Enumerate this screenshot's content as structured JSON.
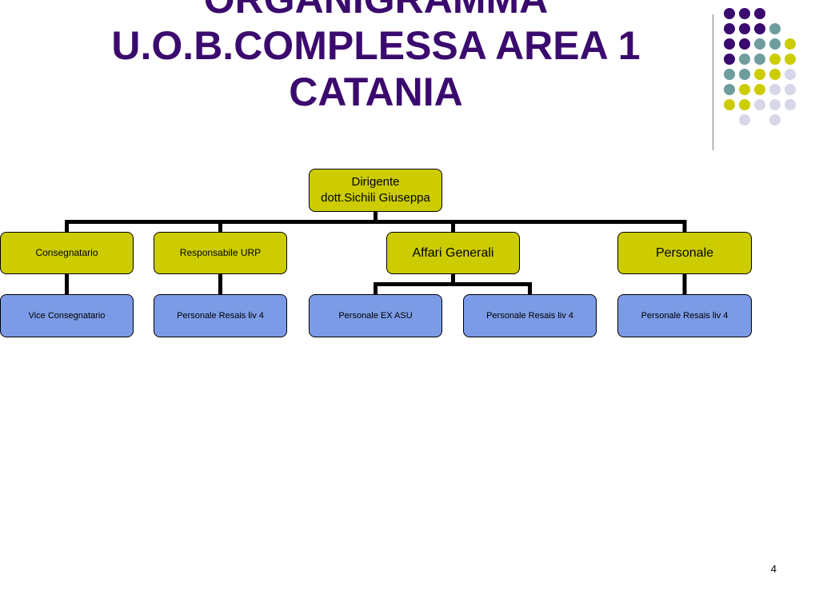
{
  "slide": {
    "title_lines": [
      "ORGANIGRAMMA",
      "U.O.B.COMPLESSA AREA 1",
      "CATANIA"
    ],
    "page_number": "4"
  },
  "theme": {
    "title_color": "#3b0a6e",
    "node_yellow": "#cccc00",
    "node_blue": "#7b9be6",
    "dot_colors": {
      "p": "#3b0a6e",
      "t": "#6f9c9c",
      "y": "#cccc00",
      "l": "#d7d7ea"
    }
  },
  "decoration": {
    "dot_rows": [
      "ppp ",
      "pppt",
      "pptty",
      "pttyy",
      "ttyyl",
      "tyyll",
      "yylll",
      " l l"
    ]
  },
  "org_chart": {
    "nodes": {
      "dirigente": {
        "label": "Dirigente\ndott.Sichili Giuseppa"
      },
      "consegnatario": {
        "label": "Consegnatario"
      },
      "responsabile_urp": {
        "label": "Responsabile URP"
      },
      "affari_generali": {
        "label": "Affari Generali"
      },
      "personale": {
        "label": "Personale"
      },
      "vice_consegnatario": {
        "label": "Vice Consegnatario"
      },
      "personale_resais_urp": {
        "label": "Personale Resais liv 4"
      },
      "personale_ex_asu": {
        "label": "Personale EX ASU"
      },
      "personale_resais_affari": {
        "label": "Personale Resais liv 4"
      },
      "personale_resais_personale": {
        "label": "Personale Resais liv 4"
      }
    },
    "edges": [
      [
        "dirigente",
        "consegnatario"
      ],
      [
        "dirigente",
        "responsabile_urp"
      ],
      [
        "dirigente",
        "affari_generali"
      ],
      [
        "dirigente",
        "personale"
      ],
      [
        "consegnatario",
        "vice_consegnatario"
      ],
      [
        "responsabile_urp",
        "personale_resais_urp"
      ],
      [
        "affari_generali",
        "personale_ex_asu"
      ],
      [
        "affari_generali",
        "personale_resais_affari"
      ],
      [
        "personale",
        "personale_resais_personale"
      ]
    ]
  }
}
